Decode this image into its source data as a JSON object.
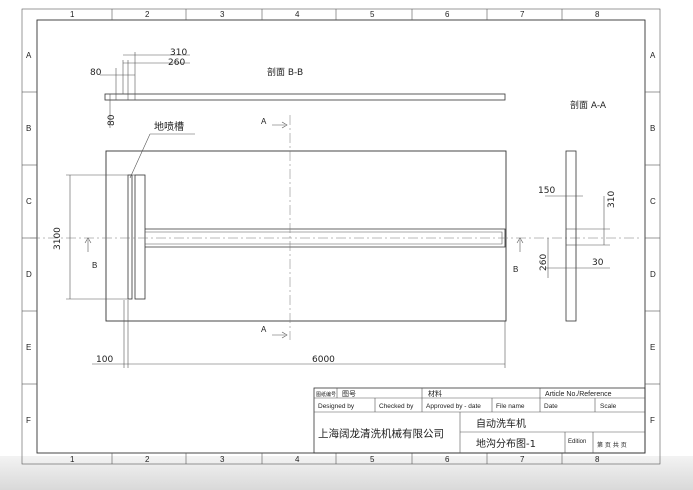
{
  "border": {
    "col_labels": [
      "1",
      "2",
      "3",
      "4",
      "5",
      "6",
      "7",
      "8"
    ],
    "row_labels": [
      "A",
      "B",
      "C",
      "D",
      "E",
      "F"
    ]
  },
  "views": {
    "section_bb_label": "剖面 B-B",
    "section_aa_label": "剖面 A-A",
    "trench_callout": "地喷槽",
    "cut_markers": {
      "a": "A",
      "b": "B"
    }
  },
  "dims": {
    "top_310": "310",
    "top_260": "260",
    "top_80": "80",
    "side_80": "80",
    "height_3100": "3100",
    "bottom_100": "100",
    "bottom_6000": "6000",
    "aa_150": "150",
    "aa_310": "310",
    "aa_260": "260",
    "aa_30": "30"
  },
  "title_block": {
    "drawing_no_label": "图纸编号",
    "drawing_no_value": "图号",
    "material_label": "材料",
    "article_label": "Article No./Reference",
    "designed_by": "Designed by",
    "checked_by": "Checked by",
    "approved_by": "Approved by - date",
    "file_name": "File name",
    "date": "Date",
    "scale": "Scale",
    "company": "上海阔龙清洗机械有限公司",
    "product": "自动洗车机",
    "drawing_title": "地沟分布图-1",
    "edition": "Edition",
    "sheet": "第 页 共 页"
  }
}
